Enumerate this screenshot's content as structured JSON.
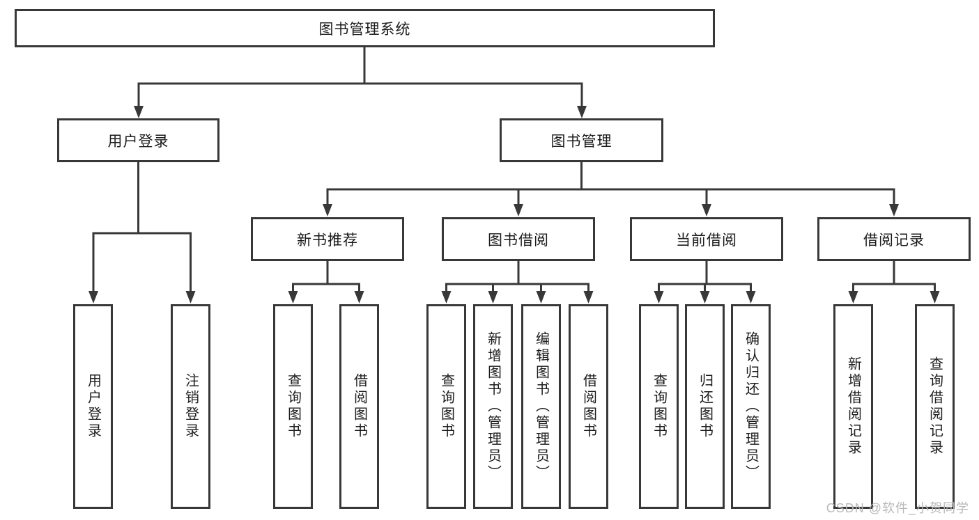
{
  "diagram": {
    "title_node": {
      "label": "图书管理系统"
    },
    "level2": {
      "user_login": {
        "label": "用户登录"
      },
      "book_management": {
        "label": "图书管理"
      }
    },
    "level3": {
      "new_book_recommend": {
        "label": "新书推荐"
      },
      "book_borrow": {
        "label": "图书借阅"
      },
      "current_borrow": {
        "label": "当前借阅"
      },
      "borrow_records": {
        "label": "借阅记录"
      }
    },
    "leaves": {
      "user_login": {
        "label": "用户登录"
      },
      "logout": {
        "label": "注销登录"
      },
      "nbr_query": {
        "label": "查询图书"
      },
      "nbr_borrow": {
        "label": "借阅图书"
      },
      "bb_query": {
        "label": "查询图书"
      },
      "bb_add": {
        "label": "新增图书（管理员）"
      },
      "bb_edit": {
        "label": "编辑图书（管理员）"
      },
      "bb_borrow": {
        "label": "借阅图书"
      },
      "cb_query": {
        "label": "查询图书"
      },
      "cb_return": {
        "label": "归还图书"
      },
      "cb_confirm": {
        "label": "确认归还（管理员）"
      },
      "br_add": {
        "label": "新增借阅记录"
      },
      "br_query": {
        "label": "查询借阅记录"
      }
    }
  },
  "watermark": {
    "text": "CSDN @软件_小贺同学"
  },
  "colors": {
    "line": "#383838",
    "text": "#1c1c1c",
    "watermark": "#b9b9b9",
    "background": "#ffffff"
  }
}
